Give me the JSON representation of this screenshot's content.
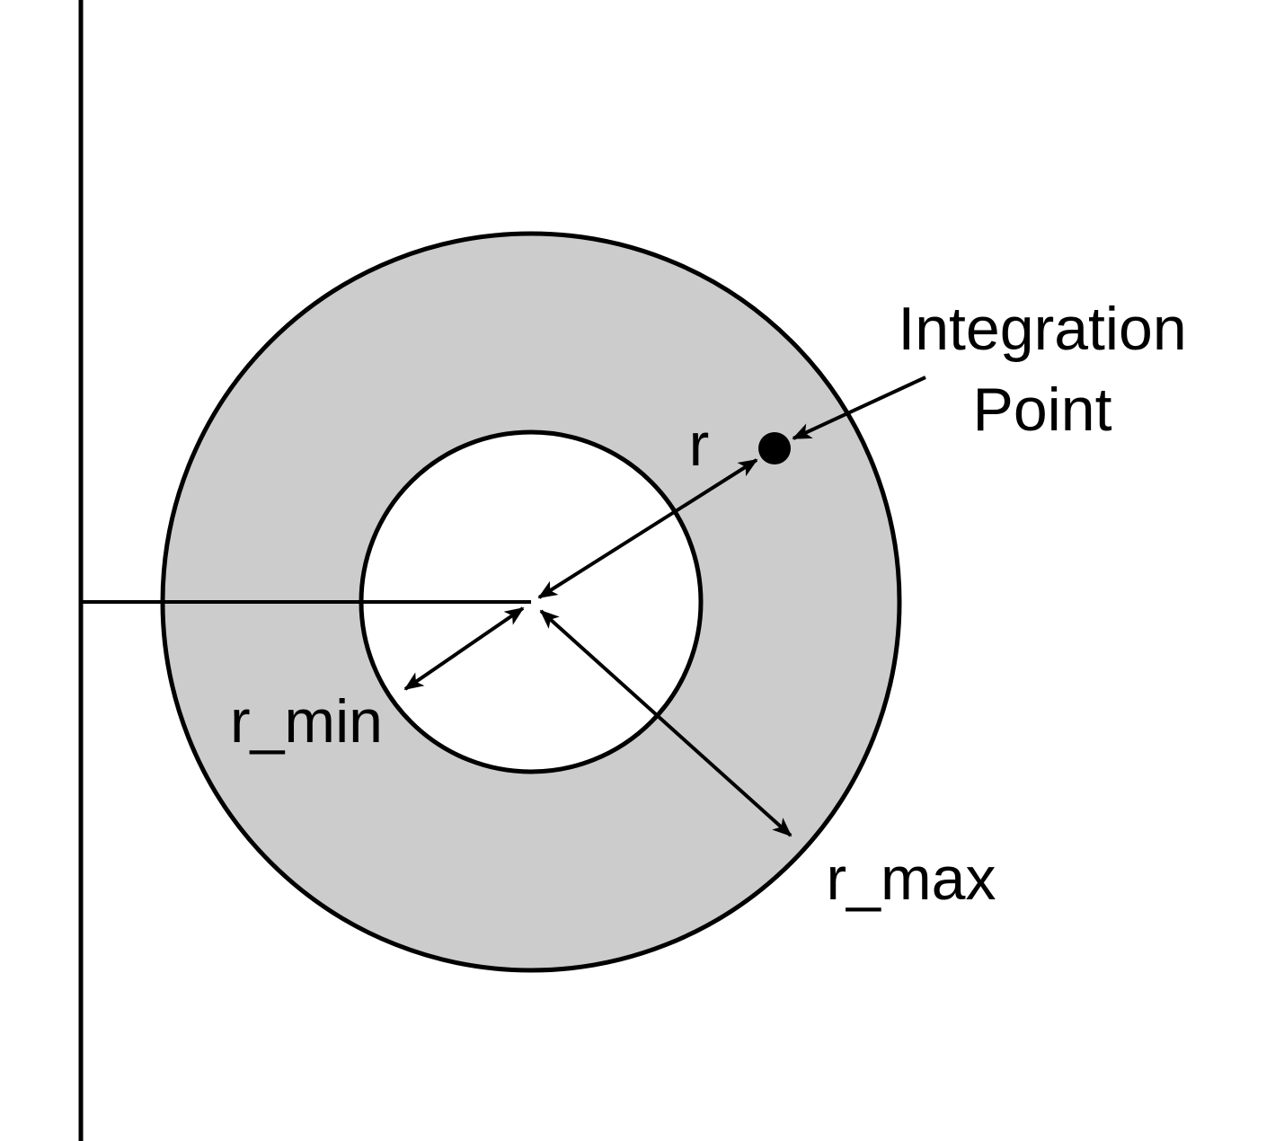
{
  "labels": {
    "integration_point_line1": "Integration",
    "integration_point_line2": "Point",
    "r": "r",
    "r_min": "r_min",
    "r_max": "r_max"
  },
  "colors": {
    "annulus_fill": "#cccccc",
    "stroke": "#000000",
    "background": "#ffffff"
  }
}
